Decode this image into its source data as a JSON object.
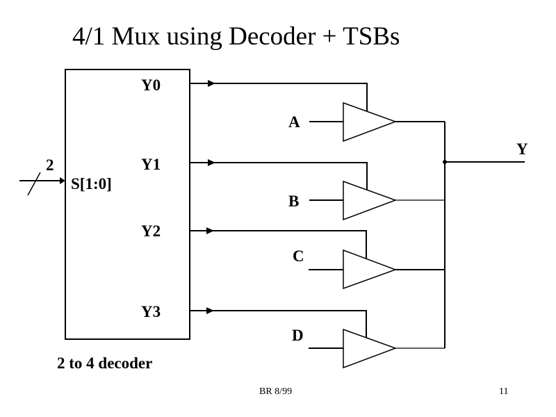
{
  "slide": {
    "title": "4/1 Mux using Decoder + TSBs",
    "footer_center": "BR 8/99",
    "page_number": "11"
  },
  "decoder": {
    "caption": "2 to 4 decoder",
    "select_label": "S[1:0]",
    "bus_width": "2",
    "outputs": [
      "Y0",
      "Y1",
      "Y2",
      "Y3"
    ]
  },
  "buffers": [
    {
      "input": "A",
      "enable": "Y0"
    },
    {
      "input": "B",
      "enable": "Y1"
    },
    {
      "input": "C",
      "enable": "Y2"
    },
    {
      "input": "D",
      "enable": "Y3"
    }
  ],
  "output": {
    "label": "Y"
  },
  "colors": {
    "stroke": "#000000",
    "background": "#ffffff"
  }
}
